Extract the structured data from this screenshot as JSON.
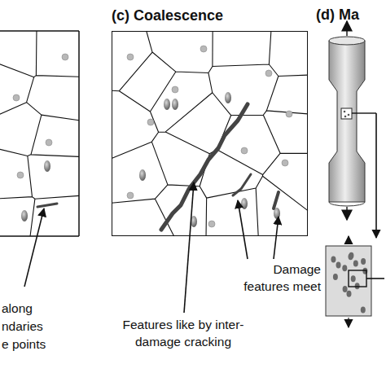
{
  "diagram": {
    "nodes": [
      {
        "text": [
          "(c) Coalescence"
        ]
      }
    ],
    "labels": [
      "(d) Ma",
      "along",
      "ndaries",
      "e points",
      "Damage features meet",
      "Features like by inter-damage cracking"
    ]
  }
}
